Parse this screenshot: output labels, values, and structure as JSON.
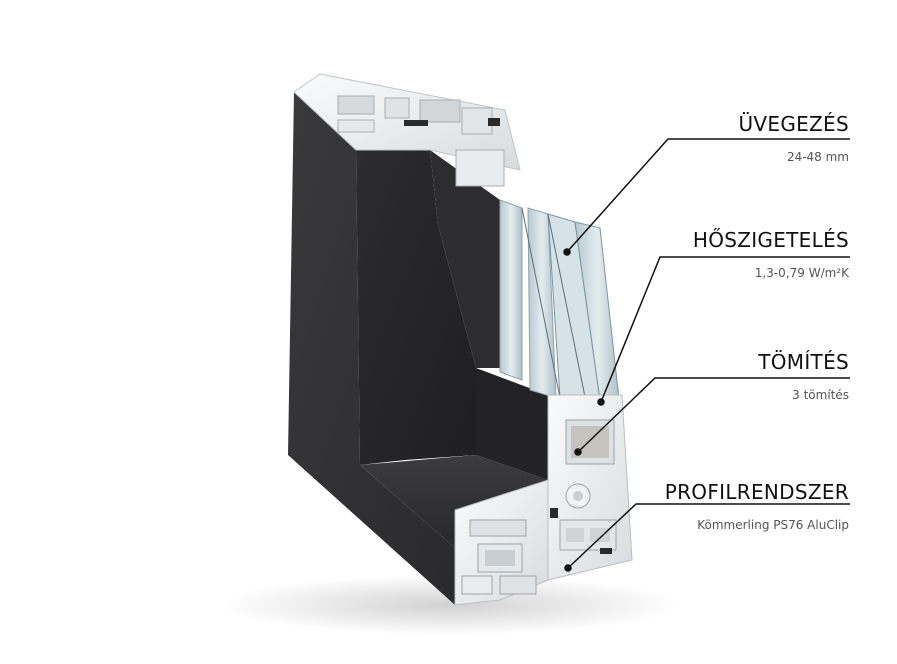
{
  "features": [
    {
      "title": "ÜVEGEZÉS",
      "value": "24-48 mm"
    },
    {
      "title": "HŐSZIGETELÉS",
      "value": "1,3-0,79 W/m²K"
    },
    {
      "title": "TÖMÍTÉS",
      "value": "3 tömítés"
    },
    {
      "title": "PROFILRENDSZER",
      "value": "Kömmerling PS76 AluClip"
    }
  ],
  "colors": {
    "frame_face": "#2f2f31",
    "frame_inner": "#262628",
    "pvc_profile": "#eef0f2",
    "glass": "#c9d9df",
    "callout_line": "#111111",
    "title_text": "#111111",
    "value_text": "#555555"
  }
}
